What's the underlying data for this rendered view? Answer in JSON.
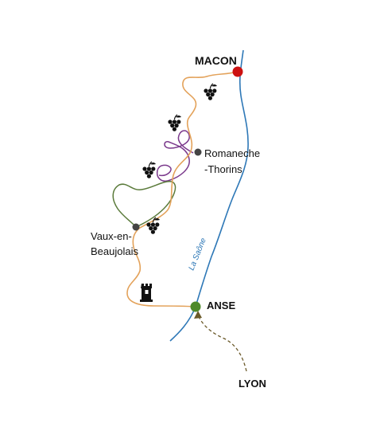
{
  "places": {
    "macon": "MACON",
    "romaneche_1": "Romaneche",
    "romaneche_2": "-Thorins",
    "vaux_1": "Vaux-en-",
    "vaux_2": "Beaujolais",
    "anse": "ANSE",
    "lyon": "LYON"
  },
  "river": {
    "name": "La Saône"
  },
  "colors": {
    "river": "#2e78b7",
    "main_route": "#e3a25a",
    "purple_loop": "#7b3a8c",
    "green_loop": "#5a7a3a",
    "lyon_path": "#6b5a2a",
    "macon_marker": "#cc1111",
    "anse_marker": "#4e8a2a",
    "village_marker": "#444444"
  },
  "icons": [
    "grapes-icon",
    "grapes-icon",
    "grapes-icon",
    "grapes-icon",
    "castle-icon"
  ]
}
